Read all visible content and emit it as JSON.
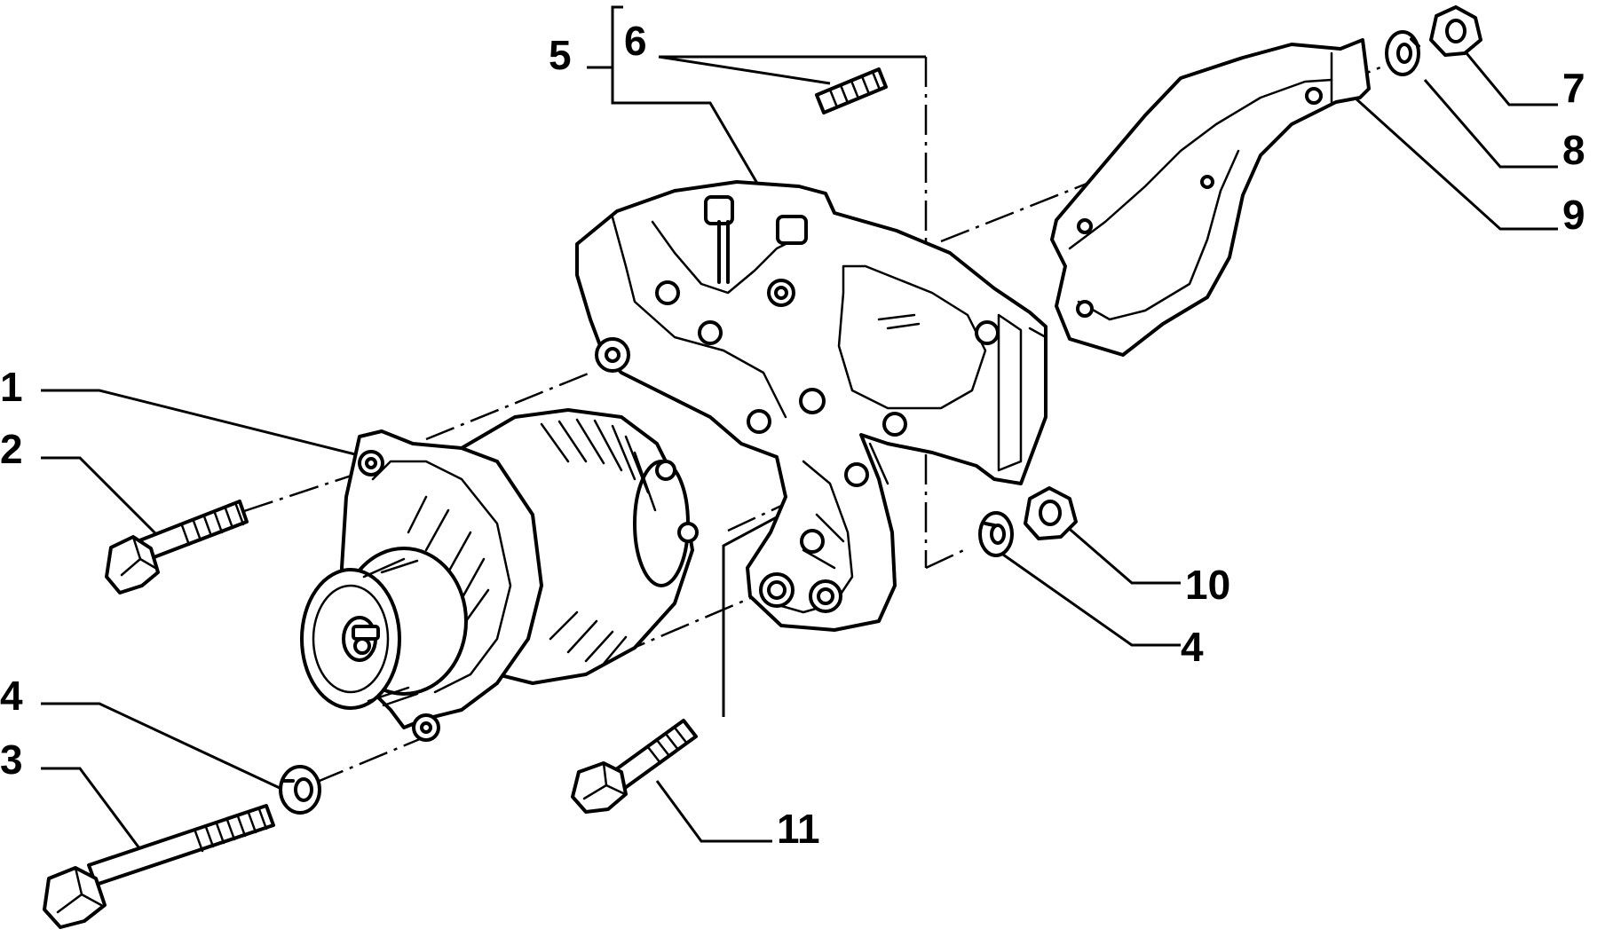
{
  "callouts": [
    {
      "id": "c1",
      "text": "1"
    },
    {
      "id": "c2",
      "text": "2"
    },
    {
      "id": "c3",
      "text": "3"
    },
    {
      "id": "c4a",
      "text": "4"
    },
    {
      "id": "c4b",
      "text": "4"
    },
    {
      "id": "c5",
      "text": "5"
    },
    {
      "id": "c6",
      "text": "6"
    },
    {
      "id": "c7",
      "text": "7"
    },
    {
      "id": "c8",
      "text": "8"
    },
    {
      "id": "c9",
      "text": "9"
    },
    {
      "id": "c10",
      "text": "10"
    },
    {
      "id": "c11",
      "text": "11"
    }
  ]
}
